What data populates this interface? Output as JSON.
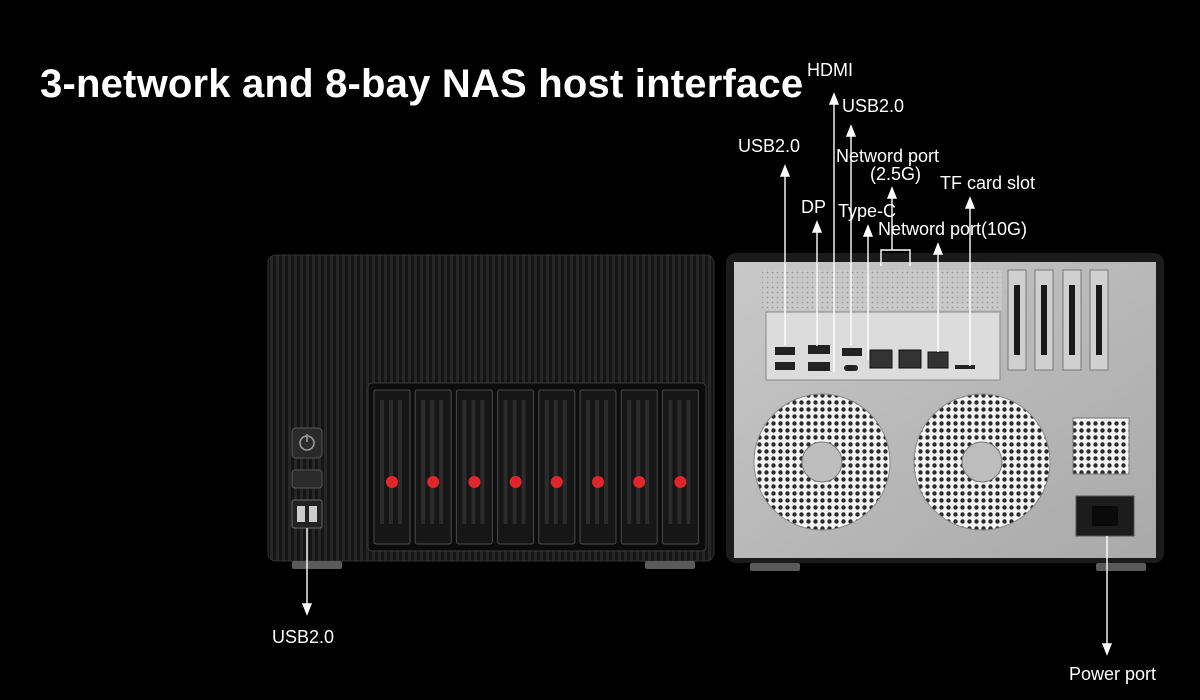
{
  "title": "3-network and 8-bay NAS host interface",
  "labels": {
    "hdmi": "HDMI",
    "usb_top": "USB2.0",
    "usb_left": "USB2.0",
    "network_25g": "Netword port",
    "network_25g_sub": "(2.5G)",
    "tf_card": "TF card slot",
    "dp": "DP",
    "type_c": "Type-C",
    "network_10g": "Netword port(10G)",
    "usb_front": "USB2.0",
    "power": "Power port"
  },
  "front": {
    "bay_count": 8
  },
  "colors": {
    "background": "#000000",
    "text": "#ffffff",
    "bay_button": "#e0262a",
    "chassis": "#1a1a1a"
  }
}
